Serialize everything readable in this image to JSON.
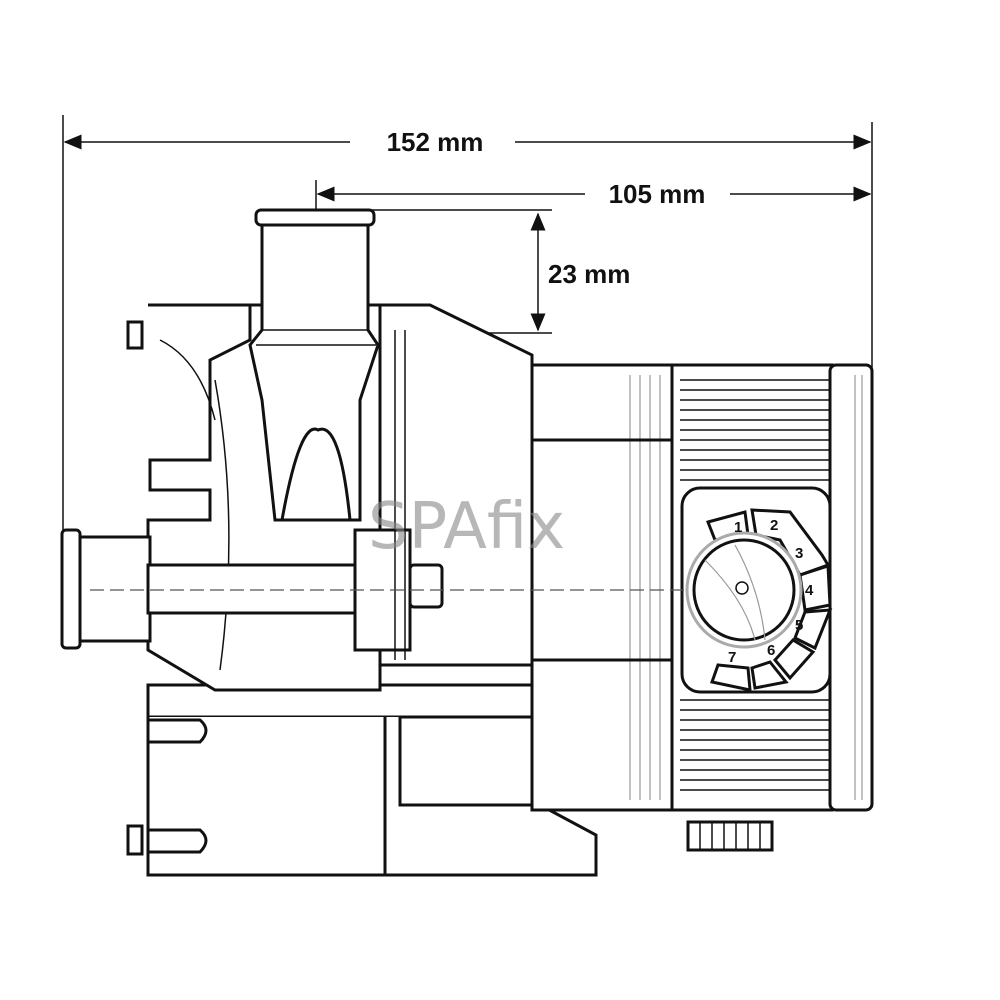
{
  "dimensions": {
    "overall_length": "152 mm",
    "motor_length": "105 mm",
    "outlet_height": "23 mm"
  },
  "watermark": "SPAfix",
  "dial": {
    "labels": [
      "1",
      "2",
      "3",
      "4",
      "5",
      "6",
      "7"
    ]
  }
}
